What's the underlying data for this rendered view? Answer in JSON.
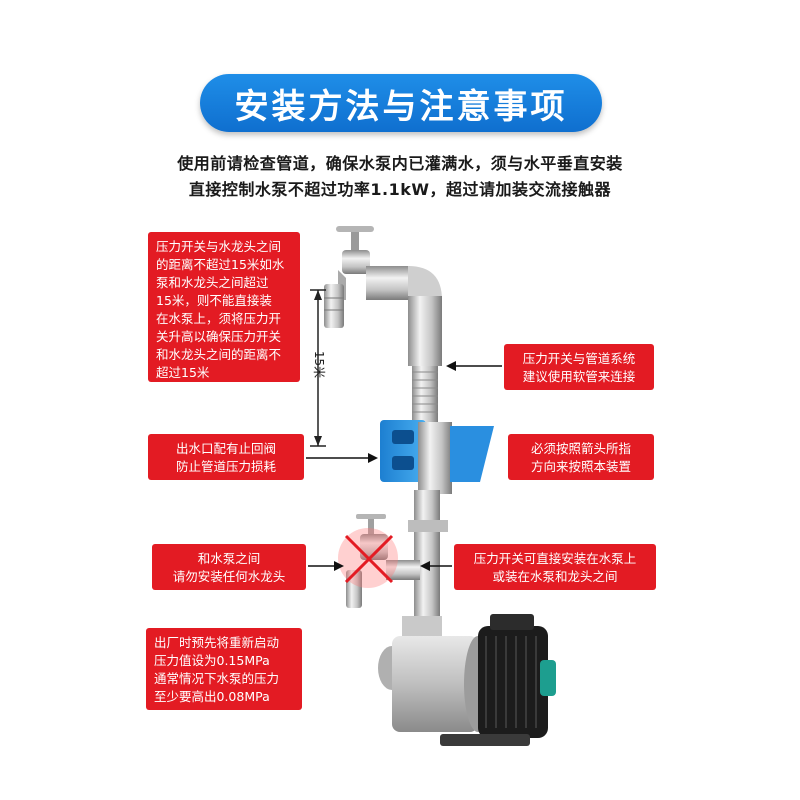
{
  "title": "安装方法与注意事项",
  "intro": [
    "使用前请检查管道，确保水泵内已灌满水，须与水平垂直安装",
    "直接控制水泵不超过功率1.1kW，超过请加装交流接触器"
  ],
  "notes": {
    "distance": [
      "压力开关与水龙头之间",
      "的距离不超过15米如水",
      "泵和水龙头之间超过",
      "15米，则不能直接装",
      "在水泵上，须将压力开",
      "关升高以确保压力开关",
      "和水龙头之间的距离不",
      "超过15米"
    ],
    "hose": [
      "压力开关与管道系统",
      "建议使用软管来连接"
    ],
    "check_valve": [
      "出水口配有止回阀",
      "防止管道压力损耗"
    ],
    "arrow_direction": [
      "必须按照箭头所指",
      "方向来按照本装置"
    ],
    "no_faucet": [
      "和水泵之间",
      "请勿安装任何水龙头"
    ],
    "mount": [
      "压力开关可直接安装在水泵上",
      "或装在水泵和龙头之间"
    ],
    "factory": [
      "出厂时预先将重新启动",
      "压力值设为0.15MPa",
      "通常情况下水泵的压力",
      "至少要高出0.08MPa"
    ]
  },
  "distance_label": "15米",
  "colors": {
    "title_bg": "#1677d9",
    "note_bg": "#e31b23",
    "controller_blue": "#2a8fe0"
  }
}
